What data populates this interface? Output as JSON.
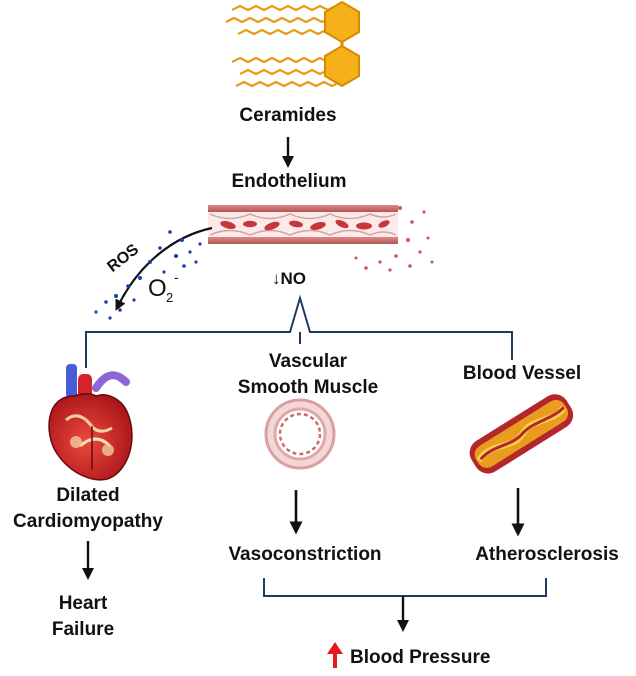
{
  "labels": {
    "ceramides": "Ceramides",
    "endothelium": "Endothelium",
    "ros": "ROS",
    "o2": "O",
    "o2_sub": "2",
    "o2_sup": "-",
    "no_arrow": "↓",
    "no": "NO",
    "vsm_line1": "Vascular",
    "vsm_line2": "Smooth Muscle",
    "blood_vessel": "Blood Vessel",
    "dcm_line1": "Dilated",
    "dcm_line2": "Cardiomyopathy",
    "hf_line1": "Heart",
    "hf_line2": "Failure",
    "vasoconstriction": "Vasoconstriction",
    "atherosclerosis": "Atherosclerosis",
    "bp_arrow": "↑",
    "blood_pressure": "Blood Pressure"
  },
  "colors": {
    "ceramide": "#f5a623",
    "ceramide_dark": "#e08a00",
    "bracket": "#1f3a5f",
    "arrow": "#111111",
    "ros_dot": "#1a3fb0",
    "rbc": "#c8353b",
    "bp_arrow": "#e31b1b"
  }
}
